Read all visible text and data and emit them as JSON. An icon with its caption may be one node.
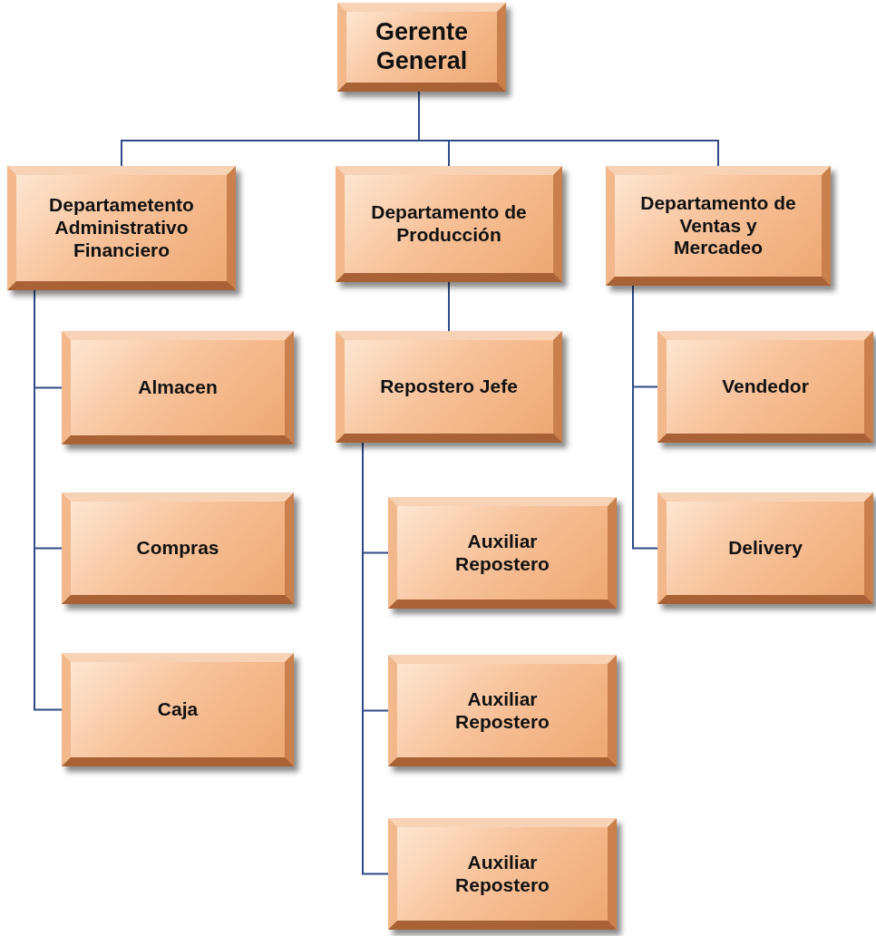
{
  "diagram": {
    "nodes": [
      {
        "text": [
          "Gerente General"
        ]
      },
      {
        "text": [
          "Departametento Administrativo Financiero"
        ]
      },
      {
        "text": [
          "Departamento de Producción"
        ]
      },
      {
        "text": [
          "Departamento de Ventas y Mercadeo"
        ]
      },
      {
        "text": [
          "Almacen"
        ]
      },
      {
        "text": [
          "Compras"
        ]
      },
      {
        "text": [
          "Caja"
        ]
      },
      {
        "text": [
          "Repostero Jefe"
        ]
      },
      {
        "text": [
          "Auxiliar Repostero"
        ]
      },
      {
        "text": [
          "Auxiliar Repostero"
        ]
      },
      {
        "text": [
          "Auxiliar Repostero"
        ]
      },
      {
        "text": [
          "Vendedor"
        ]
      },
      {
        "text": [
          "Delivery"
        ]
      }
    ],
    "edges": [
      {
        "from": 0,
        "to": 1,
        "arrow": "none"
      },
      {
        "from": 0,
        "to": 2,
        "arrow": "none"
      },
      {
        "from": 0,
        "to": 3,
        "arrow": "none"
      },
      {
        "from": 1,
        "to": 4,
        "arrow": "none"
      },
      {
        "from": 1,
        "to": 5,
        "arrow": "none"
      },
      {
        "from": 1,
        "to": 6,
        "arrow": "none"
      },
      {
        "from": 2,
        "to": 7,
        "arrow": "none"
      },
      {
        "from": 7,
        "to": 8,
        "arrow": "none"
      },
      {
        "from": 7,
        "to": 9,
        "arrow": "none"
      },
      {
        "from": 7,
        "to": 10,
        "arrow": "none"
      },
      {
        "from": 3,
        "to": 11,
        "arrow": "none"
      },
      {
        "from": 3,
        "to": 12,
        "arrow": "none"
      }
    ]
  }
}
